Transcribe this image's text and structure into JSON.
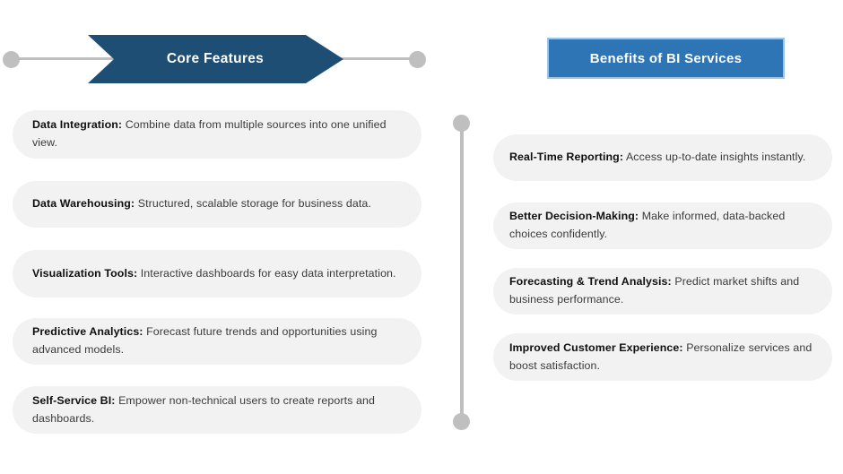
{
  "colors": {
    "dark_blue": "#1F4E74",
    "medium_blue": "#2E75B6",
    "banner_border": "#9DC3E6",
    "connector_gray": "#BFBFBF",
    "pill_bg": "#F2F2F2",
    "label_text": "#0f0f0f",
    "body_text": "#3a3a3a"
  },
  "left_section": {
    "header": "Core Features",
    "items": [
      {
        "label": "Data Integration:",
        "text": "Combine data from multiple sources into one unified view."
      },
      {
        "label": "Data Warehousing:",
        "text": "Structured, scalable storage for business data."
      },
      {
        "label": "Visualization Tools:",
        "text": "Interactive dashboards for easy data interpretation."
      },
      {
        "label": "Predictive Analytics:",
        "text": "Forecast future trends and opportunities using advanced models."
      },
      {
        "label": "Self-Service BI:",
        "text": "Empower non-technical users to create reports and dashboards."
      }
    ]
  },
  "right_section": {
    "header": "Benefits of BI Services",
    "items": [
      {
        "label": "Real-Time Reporting:",
        "text": "Access up-to-date insights instantly."
      },
      {
        "label": "Better Decision-Making:",
        "text": "Make informed, data-backed choices confidently."
      },
      {
        "label": "Forecasting & Trend Analysis:",
        "text": "Predict market shifts and business performance."
      },
      {
        "label": "Improved Customer Experience:",
        "text": "Personalize services and boost satisfaction."
      }
    ]
  }
}
